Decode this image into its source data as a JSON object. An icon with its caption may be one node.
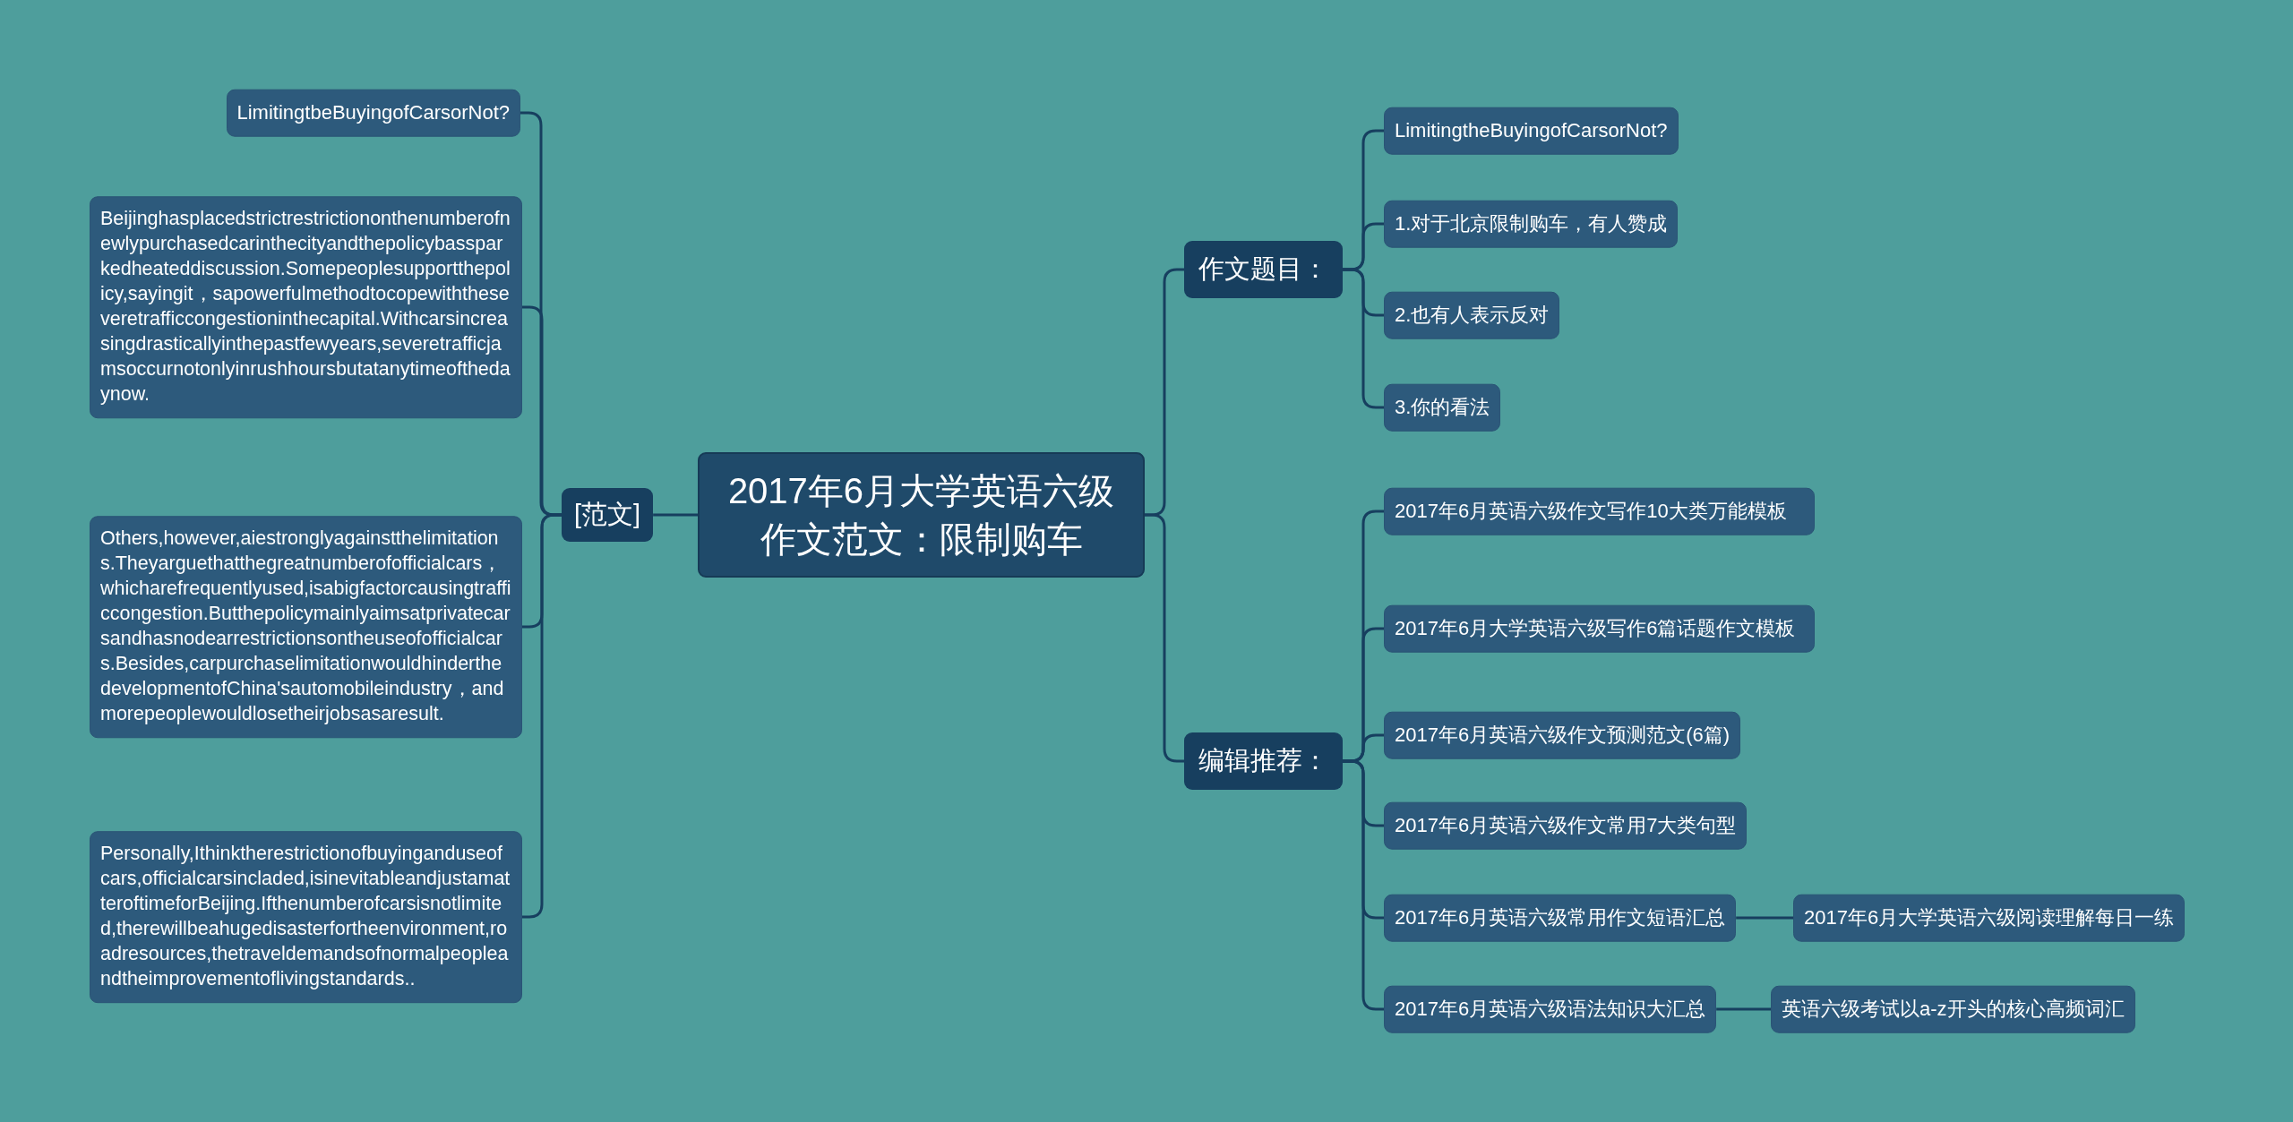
{
  "diagram": {
    "nodes": [
      {
        "text": [
          "2017年6月大学英语六级作文范文：限制购车"
        ]
      },
      {
        "text": [
          "[范文]"
        ]
      },
      {
        "text": [
          "LimitingtbeBuyingofCarsorNot?"
        ]
      },
      {
        "text": [
          "Beijinghasplacedstrictrestrictiononthenumberofnewlypurchasedcarinthecityandthepolicybassparkedheateddiscussion.Somepeoplesupportthepolicy,sayingit，sapowerfulmethodtocopewiththeseveretrafficcongestioninthecapital.Withcarsincreasingdrasticallyinthepastfewyears,severetrafficjamsoccurnotonlyinrushhoursbutatanytimeofthedaynow."
        ]
      },
      {
        "text": [
          "Others,however,aiestronglyagainstthelimitations.Theyarguethatthegreatnumberofofficialcars，whicharefrequentlyused,isabigfactorcausingtrafficcongestion.Butthepolicymainlyaimsatprivatecarsandhasnodearrestrictionsontheuseofofficialcars.Besides,carpurchaselimitationwouldhinderthedevelopmentofChina'sautomobileindustry，andmorepeoplewouldlosetheirjobsasaresult."
        ]
      },
      {
        "text": [
          "Personally,Ithinktherestrictionofbuyinganduseofcars,officialcarsincladed,isinevitableandjustamatteroftimeforBeijing.Ifthenumberofcarsisnotlimited,therewillbeahugedisasterfortheenvironment,roadresources,thetraveldemandsofnormalpeopleandtheimprovementoflivingstandards.."
        ]
      },
      {
        "text": [
          "作文题目："
        ]
      },
      {
        "text": [
          "LimitingtheBuyingofCarsorNot?"
        ]
      },
      {
        "text": [
          "1.对于北京限制购车，有人赞成"
        ]
      },
      {
        "text": [
          "2.也有人表示反对"
        ]
      },
      {
        "text": [
          "3.你的看法"
        ]
      },
      {
        "text": [
          "编辑推荐："
        ]
      },
      {
        "text": [
          "2017年6月英语六级作文写作10大类万能模板"
        ]
      },
      {
        "text": [
          "2017年6月大学英语六级写作6篇话题作文模板"
        ]
      },
      {
        "text": [
          "2017年6月英语六级作文预测范文(6篇)"
        ]
      },
      {
        "text": [
          "2017年6月英语六级作文常用7大类句型"
        ]
      },
      {
        "text": [
          "2017年6月英语六级常用作文短语汇总"
        ]
      },
      {
        "text": [
          "2017年6月大学英语六级阅读理解每日一练"
        ]
      },
      {
        "text": [
          "2017年6月英语六级语法知识大汇总"
        ]
      },
      {
        "text": [
          "英语六级考试以a-z开头的核心高频词汇"
        ]
      }
    ],
    "edges": [
      {
        "from": 0,
        "to": 1,
        "arrow": "none"
      },
      {
        "from": 1,
        "to": 2,
        "arrow": "none"
      },
      {
        "from": 1,
        "to": 3,
        "arrow": "none"
      },
      {
        "from": 1,
        "to": 4,
        "arrow": "none"
      },
      {
        "from": 1,
        "to": 5,
        "arrow": "none"
      },
      {
        "from": 0,
        "to": 6,
        "arrow": "none"
      },
      {
        "from": 6,
        "to": 7,
        "arrow": "none"
      },
      {
        "from": 6,
        "to": 8,
        "arrow": "none"
      },
      {
        "from": 6,
        "to": 9,
        "arrow": "none"
      },
      {
        "from": 6,
        "to": 10,
        "arrow": "none"
      },
      {
        "from": 0,
        "to": 11,
        "arrow": "none"
      },
      {
        "from": 11,
        "to": 12,
        "arrow": "none"
      },
      {
        "from": 11,
        "to": 13,
        "arrow": "none"
      },
      {
        "from": 11,
        "to": 14,
        "arrow": "none"
      },
      {
        "from": 11,
        "to": 15,
        "arrow": "none"
      },
      {
        "from": 11,
        "to": 16,
        "arrow": "none"
      },
      {
        "from": 16,
        "to": 17,
        "arrow": "none"
      },
      {
        "from": 11,
        "to": 18,
        "arrow": "none"
      },
      {
        "from": 18,
        "to": 19,
        "arrow": "none"
      }
    ]
  }
}
